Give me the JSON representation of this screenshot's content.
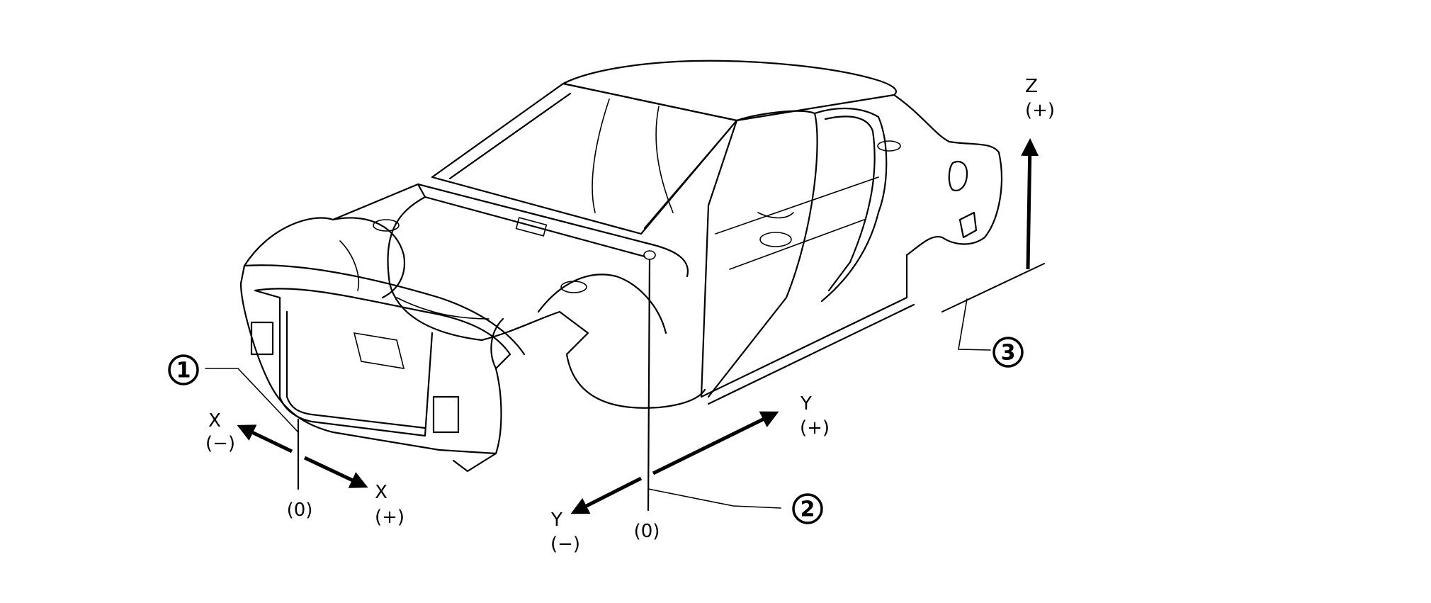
{
  "diagram": {
    "subject": "vehicle-body-shell",
    "callouts": [
      {
        "id": "1",
        "label": "1"
      },
      {
        "id": "2",
        "label": "2"
      },
      {
        "id": "3",
        "label": "3"
      }
    ],
    "axes": {
      "x": {
        "name": "X",
        "negative": "(−)",
        "positive": "(+)",
        "origin": "(0)"
      },
      "y": {
        "name": "Y",
        "negative": "(−)",
        "positive": "(+)",
        "origin": "(0)"
      },
      "z": {
        "name": "Z",
        "positive": "(+)"
      }
    }
  }
}
